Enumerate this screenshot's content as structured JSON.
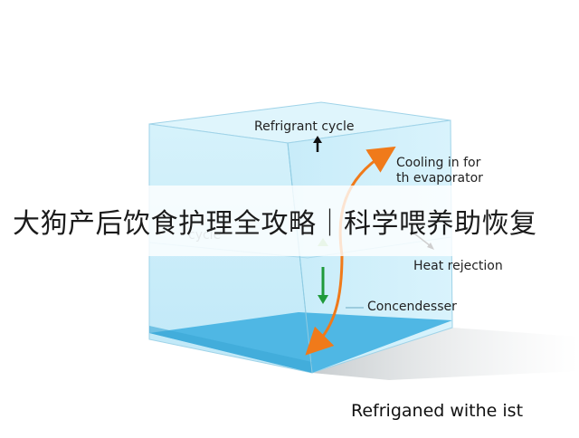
{
  "diagram": {
    "labels": {
      "refrigerant_cycle": "Refrigrant cycle",
      "cooling_line1": "Cooling in for",
      "cooling_line2": "th evaporator",
      "heat_rejection": "Heat rejection",
      "condenser": "Concendesser",
      "partial_label": "cycle",
      "bottom_caption": "Refriganed withe ist"
    },
    "colors": {
      "box_face": "#cdeefa",
      "box_bottom": "#4fb7e4",
      "arrow_orange": "#f07a1a",
      "arrow_green": "#1f9a3a",
      "arrow_black": "#111111"
    }
  },
  "banner": {
    "title": "大狗产后饮食护理全攻略｜科学喂养助恢复"
  }
}
